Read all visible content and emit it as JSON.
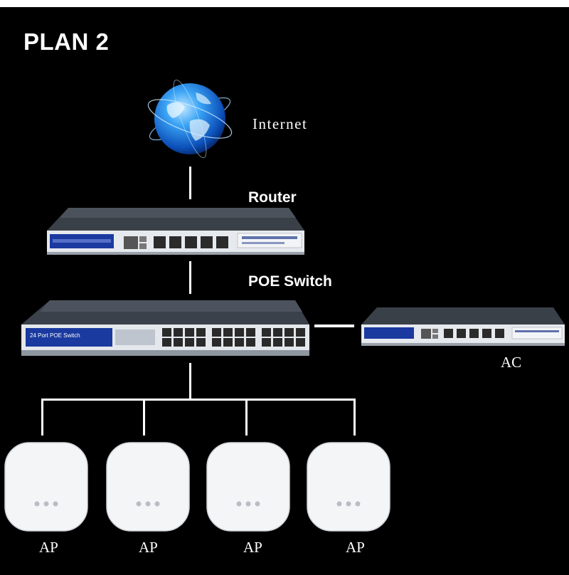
{
  "title": "PLAN 2",
  "nodes": {
    "internet": "Internet",
    "router": "Router",
    "poe_switch": "POE Switch",
    "ac": "AC",
    "aps": [
      "AP",
      "AP",
      "AP",
      "AP"
    ]
  },
  "devices": {
    "switch_front_label": "24 Port POE Switch"
  },
  "colors": {
    "background": "#000000",
    "wire": "#ffffff",
    "globe_blue": "#1e7be0",
    "device_panel": "#e9ebee"
  }
}
